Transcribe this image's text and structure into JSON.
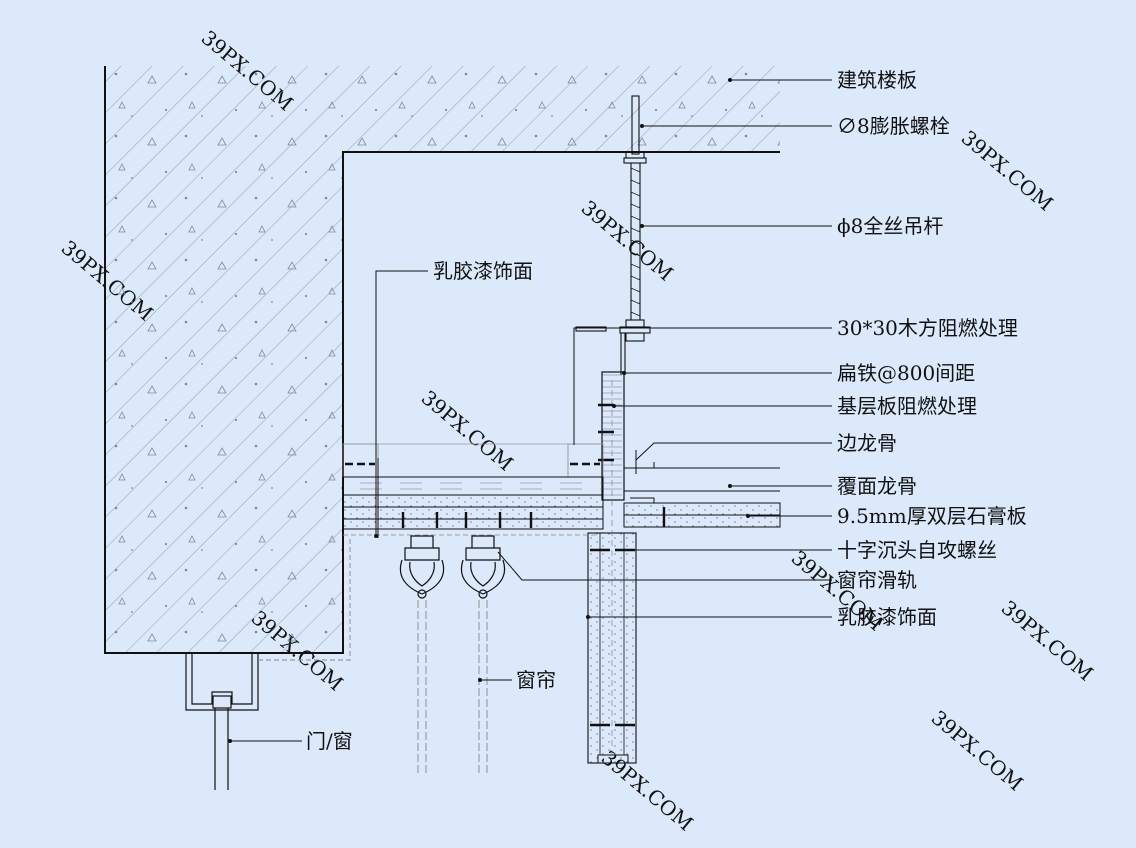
{
  "labels": {
    "floor_slab": "建筑楼板",
    "expansion_bolt": "∅8膨胀螺栓",
    "hanger_rod": "ϕ8全丝吊杆",
    "timber_square": "30*30木方阻燃处理",
    "flat_iron": "扁铁@800间距",
    "base_board": "基层板阻燃处理",
    "edge_keel": "边龙骨",
    "cover_keel": "覆面龙骨",
    "gypsum_board": "9.5mm厚双层石膏板",
    "screw": "十字沉头自攻螺丝",
    "curtain_track": "窗帘滑轨",
    "latex_paint_right": "乳胶漆饰面",
    "latex_paint_top": "乳胶漆饰面",
    "curtain": "窗帘",
    "door_window": "门/窗"
  },
  "watermark": "39PX.COM",
  "colors": {
    "background": "#dbe9fb",
    "line": "#111111",
    "hatch": "#7d8aa0",
    "watermark": "#c5d4ec"
  }
}
